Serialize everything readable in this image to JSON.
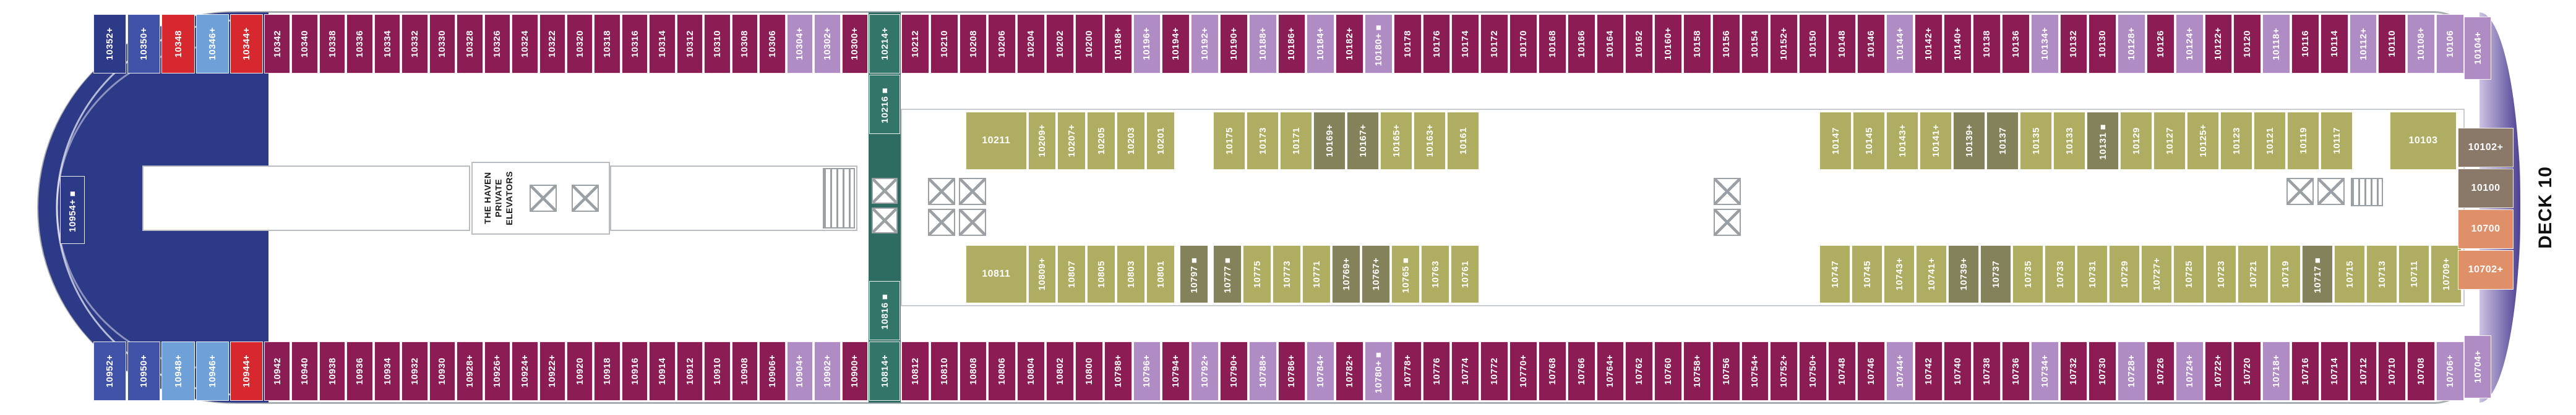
{
  "deck": {
    "label": "DECK 10"
  },
  "haven": {
    "lines": [
      "THE HAVEN",
      "PRIVATE",
      "ELEVATORS"
    ]
  },
  "colors": {
    "maroon": "#8B1D54",
    "lavender": "#B08CC4",
    "navy": "#2D3A87",
    "blue": "#4153A8",
    "lightblue": "#6FA0D8",
    "red": "#D7282F",
    "olive": "#AEAD62",
    "darkolive": "#83825A",
    "teal": "#2E6B60",
    "teal_cabin": "#34756A",
    "brown": "#8A7868",
    "orange": "#DF9068",
    "bow_bg": "#2D3A87",
    "stern_outer": "#4D3F93",
    "stern_inner": "#CDC2E2",
    "hull_outline": "#A9ADB2"
  },
  "rows": {
    "top_bow_special": {
      "cabins": [
        {
          "n": "10352+",
          "c": "navy"
        },
        {
          "n": "10350+",
          "c": "blue"
        },
        {
          "n": "10348",
          "c": "red"
        },
        {
          "n": "10346+",
          "c": "lightblue"
        },
        {
          "n": "10344+",
          "c": "red"
        }
      ]
    },
    "top_forward": {
      "default": "maroon",
      "cabins": [
        "10342",
        "10340",
        "10338",
        "10336",
        "10334",
        "10332",
        "10330",
        "10328",
        "10326",
        "10324",
        "10322",
        "10320",
        "10318",
        "10316",
        "10314",
        "10312",
        "10310",
        "10308",
        "10306",
        {
          "n": "10304+",
          "c": "lavender"
        },
        {
          "n": "10302+",
          "c": "lavender"
        },
        "10300+"
      ]
    },
    "top_main": {
      "default": "maroon",
      "cabins": [
        "10212",
        "10210",
        "10208",
        "10206",
        "10204",
        "10202",
        "10200",
        "10198+",
        {
          "n": "10196+",
          "c": "lavender"
        },
        "10194+",
        {
          "n": "10192+",
          "c": "lavender"
        },
        "10190+",
        {
          "n": "10188+",
          "c": "lavender"
        },
        "10186+",
        {
          "n": "10184+",
          "c": "lavender"
        },
        "10182+",
        {
          "n": "10180+■",
          "c": "lavender"
        },
        "10178",
        "10176",
        "10174",
        "10172",
        "10170",
        "10168",
        "10166",
        "10164",
        "10162",
        "10160+",
        "10158",
        "10156",
        "10154",
        "10152+",
        "10150",
        "10148",
        "10146",
        {
          "n": "10144+",
          "c": "lavender"
        },
        "10142+",
        "10140+",
        "10138",
        "10136",
        {
          "n": "10134+",
          "c": "lavender"
        },
        "10132",
        "10130",
        {
          "n": "10128+",
          "c": "lavender"
        },
        "10126",
        {
          "n": "10124+",
          "c": "lavender"
        },
        "10122+",
        "10120",
        {
          "n": "10118+",
          "c": "lavender"
        },
        "10116",
        "10114",
        {
          "n": "10112+",
          "c": "lavender"
        },
        "10110",
        {
          "n": "10108+",
          "c": "lavender"
        },
        {
          "n": "10106",
          "c": "lavender"
        }
      ]
    },
    "teal_top": {
      "cabins": [
        {
          "n": "10214+",
          "c": "teal_cabin"
        },
        {
          "n": "10216■",
          "c": "teal_cabin"
        }
      ]
    },
    "teal_bottom": {
      "cabins": [
        {
          "n": "10816■",
          "c": "teal_cabin"
        },
        {
          "n": "10814+",
          "c": "teal_cabin"
        }
      ]
    },
    "mid_top_1": {
      "default": "olive",
      "cabins": [
        {
          "n": "10211",
          "c": "olive",
          "wide": true
        },
        "10209+",
        "10207+",
        "10205",
        "10203",
        "10201"
      ]
    },
    "mid_top_2": {
      "default": "olive",
      "cabins": [
        "10175",
        "10173",
        "10171",
        {
          "n": "10169+",
          "c": "darkolive"
        },
        {
          "n": "10167+",
          "c": "darkolive"
        },
        "10165+",
        "10163+",
        "10161"
      ]
    },
    "mid_top_3": {
      "default": "olive",
      "cabins": [
        "10147",
        "10145",
        "10143+",
        "10141+",
        {
          "n": "10139+",
          "c": "darkolive"
        },
        {
          "n": "10137",
          "c": "darkolive"
        },
        "10135",
        "10133",
        {
          "n": "10131■",
          "c": "darkolive"
        },
        "10129",
        "10127",
        "10125+",
        "10123",
        "10121",
        "10119",
        "10117"
      ]
    },
    "mid_top_4": {
      "cabins": [
        {
          "n": "10103",
          "c": "olive",
          "wide": true
        }
      ]
    },
    "mid_bottom_1": {
      "default": "olive",
      "cabins": [
        {
          "n": "10811",
          "c": "olive",
          "wide": true
        },
        "10809+",
        "10807",
        "10805",
        "10803",
        "10801"
      ]
    },
    "mid_bottom_1b": {
      "cabins": [
        {
          "n": "10797■",
          "c": "darkolive"
        }
      ]
    },
    "mid_bottom_2": {
      "default": "olive",
      "cabins": [
        {
          "n": "10777■",
          "c": "darkolive"
        },
        "10775",
        "10773",
        "10771",
        {
          "n": "10769+",
          "c": "darkolive"
        },
        {
          "n": "10767+",
          "c": "darkolive"
        },
        "10765■",
        "10763",
        "10761"
      ]
    },
    "mid_bottom_3": {
      "default": "olive",
      "cabins": [
        "10747",
        "10745",
        "10743+",
        "10741+",
        {
          "n": "10739+",
          "c": "darkolive"
        },
        {
          "n": "10737",
          "c": "darkolive"
        },
        "10735",
        "10733",
        "10731",
        "10729",
        "10727+",
        "10725",
        "10723",
        "10721",
        "10719",
        {
          "n": "10717■",
          "c": "darkolive"
        },
        "10715",
        "10713",
        "10711",
        "10709+"
      ]
    },
    "bottom_bow_special": {
      "cabins": [
        {
          "n": "10952+",
          "c": "blue"
        },
        {
          "n": "10950+",
          "c": "blue"
        },
        {
          "n": "10948+",
          "c": "lightblue"
        },
        {
          "n": "10946+",
          "c": "lightblue"
        },
        {
          "n": "10944+",
          "c": "red"
        }
      ]
    },
    "bow_single": {
      "cabins": [
        {
          "n": "10954+■",
          "c": "navy"
        }
      ]
    },
    "bottom_forward": {
      "default": "maroon",
      "cabins": [
        "10942",
        "10940",
        "10938",
        "10936",
        "10934",
        "10932",
        "10930",
        "10928+",
        "10926+",
        "10924+",
        "10922+",
        "10920",
        "10918",
        "10916",
        "10914",
        "10912",
        "10910",
        "10908",
        "10906+",
        {
          "n": "10904+",
          "c": "lavender"
        },
        {
          "n": "10902+",
          "c": "lavender"
        },
        "10900+"
      ]
    },
    "bottom_main": {
      "default": "maroon",
      "cabins": [
        "10812",
        "10810",
        "10808",
        "10806",
        "10804",
        "10802",
        "10800",
        "10798+",
        {
          "n": "10796+",
          "c": "lavender"
        },
        "10794+",
        {
          "n": "10792+",
          "c": "lavender"
        },
        "10790+",
        {
          "n": "10788+",
          "c": "lavender"
        },
        "10786+",
        {
          "n": "10784+",
          "c": "lavender"
        },
        "10782+",
        {
          "n": "10780+■",
          "c": "lavender"
        },
        "10778+",
        "10776",
        "10774",
        "10772",
        "10770+",
        "10768",
        "10766",
        "10764+",
        "10762",
        "10760",
        "10758+",
        "10756",
        "10754+",
        "10752+",
        "10750+",
        "10748",
        "10746",
        {
          "n": "10744+",
          "c": "lavender"
        },
        "10742",
        "10740",
        "10738",
        "10736",
        {
          "n": "10734+",
          "c": "lavender"
        },
        "10732",
        "10730",
        {
          "n": "10728+",
          "c": "lavender"
        },
        "10726",
        {
          "n": "10724+",
          "c": "lavender"
        },
        "10722+",
        "10720",
        {
          "n": "10718+",
          "c": "lavender"
        },
        "10716",
        "10714",
        "10712",
        "10710",
        "10708",
        {
          "n": "10706+",
          "c": "lavender"
        }
      ]
    },
    "stern_corner_top": {
      "cabins": [
        {
          "n": "10104+",
          "c": "lavender"
        }
      ]
    },
    "stern_corner_bottom": {
      "cabins": [
        {
          "n": "10704+",
          "c": "lavender"
        }
      ]
    },
    "stern_stack": {
      "cabins": [
        {
          "n": "10102+",
          "c": "brown",
          "wide": true
        },
        {
          "n": "10100",
          "c": "brown",
          "wide": true
        },
        {
          "n": "10700",
          "c": "orange",
          "wide": true
        },
        {
          "n": "10702+",
          "c": "orange",
          "wide": true
        }
      ]
    }
  }
}
